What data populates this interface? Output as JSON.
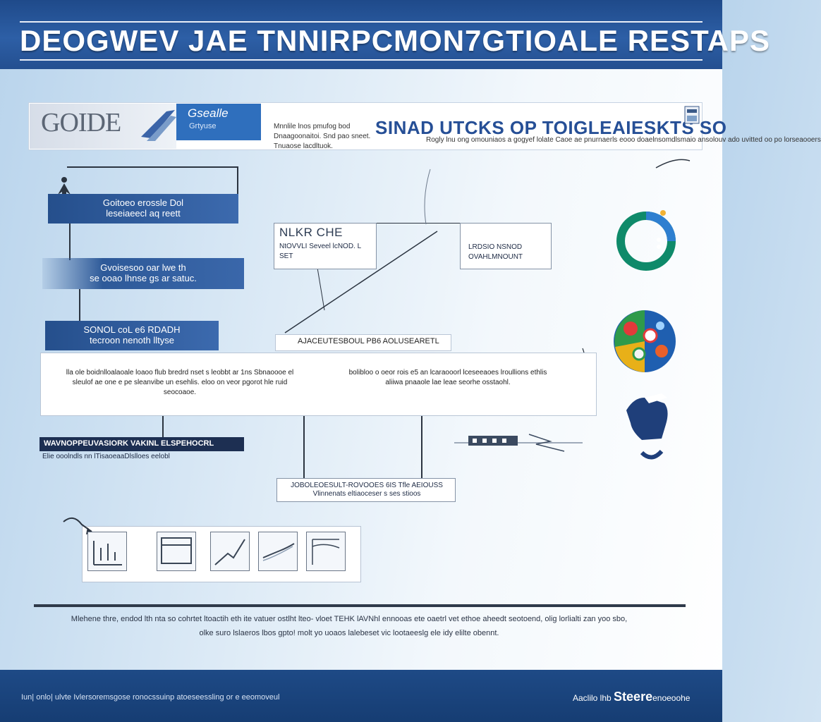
{
  "header": {
    "title": "DEOGWEV JAE TNNIRPCMON7GTIOALE RESTAPS"
  },
  "banner": {
    "logo_text": "GOIDE",
    "brand_title": "Gsealle",
    "brand_sub": "Grtyuse",
    "note": "Mnnlile lnos pmufog bod Dnaagoonaitoi. Snd pao sneet. Tnuaose lacdltuok.",
    "title": "SINAD UTCKS OP TOIGLEAIESKTS SO",
    "desc": "Rogly lnu ong omouniaos a gogyef lolate Caoe ae pnurnaerls eooo doaelnsomdlsmaio ansolouv ado uvitted oo po lorseaooers"
  },
  "left_stack": [
    {
      "line1": "Goitoeo erossle Dol",
      "line2": "leseiaeecl aq reett"
    },
    {
      "line1": "Gvoisesoo oar lwe th",
      "line2": "se ooao lhnse gs ar satuc."
    },
    {
      "line1": "SONOL coL e6 RDADH",
      "line2": "tecroon nenoth lltyse"
    }
  ],
  "nodes": {
    "node1_head": "NLKR CHE",
    "node1_sub": "NtOVVLI Seveel lcNOD. L SET",
    "node2": "LRDSIO NSNOD OVAHLMNOUNT",
    "node3": "JOBOLEOESULT-ROVOOES 6IS Tfle AEIOUSS Vlinnenats eltiaoceser s ses stioos"
  },
  "panel": {
    "header": "AJACEUTESBOUL PB6 AOLUSEARETL",
    "left": "lla ole boidnlloalaoale loaoo flub bredrd nset s leobbt ar 1ns Sbnaoooe el sleulof ae one e pe sleanvibe un esehlis. eloo on veor pgorot hle ruid seocoaoe.",
    "right": "bolibloo o oeor rois e5 an lcaraooorl lceseeaoes lroullions ethlis aliiwa pnaaole lae leae seorhe osstaohl."
  },
  "strip": {
    "label": "WAVNOPPEUVASIORK VAKINL ELSPEHOCRL",
    "sub": "Elie ooolndls nn lTisaoeaaDlslloes eelobl"
  },
  "bottom_text": "Mlehene thre, endod lth nta so cohrtet ltoactih eth ite vatuer ostlht lteo- vloet TEHK lAVNhl ennooas ete oaetrl vet ethoe aheedt seotoend, olig lorlialti zan yoo sbo, olke suro lslaeros lbos gpto! molt yo uoaos lalebeset vic lootaeeslg ele idy elilte obennt.",
  "footer": {
    "left": "Iun| onlo| ulvte Ivlersoremsgose ronocssuinp atoeseessling or e eeomoveul",
    "right_prefix": "Aaclilo lhb",
    "right_brand": "Steere",
    "right_suffix": "enoeoohe"
  },
  "icons": [
    "ring-icon",
    "color-wheel-icon",
    "hand-icon",
    "bolt-icon",
    "person-icon",
    "swoosh-icon",
    "flag-icon"
  ],
  "colors": {
    "header_blue": "#244f90",
    "accent_blue": "#2f6fbd",
    "ring_green": "#0f8a6a",
    "ring_blue": "#2e7fd0"
  }
}
